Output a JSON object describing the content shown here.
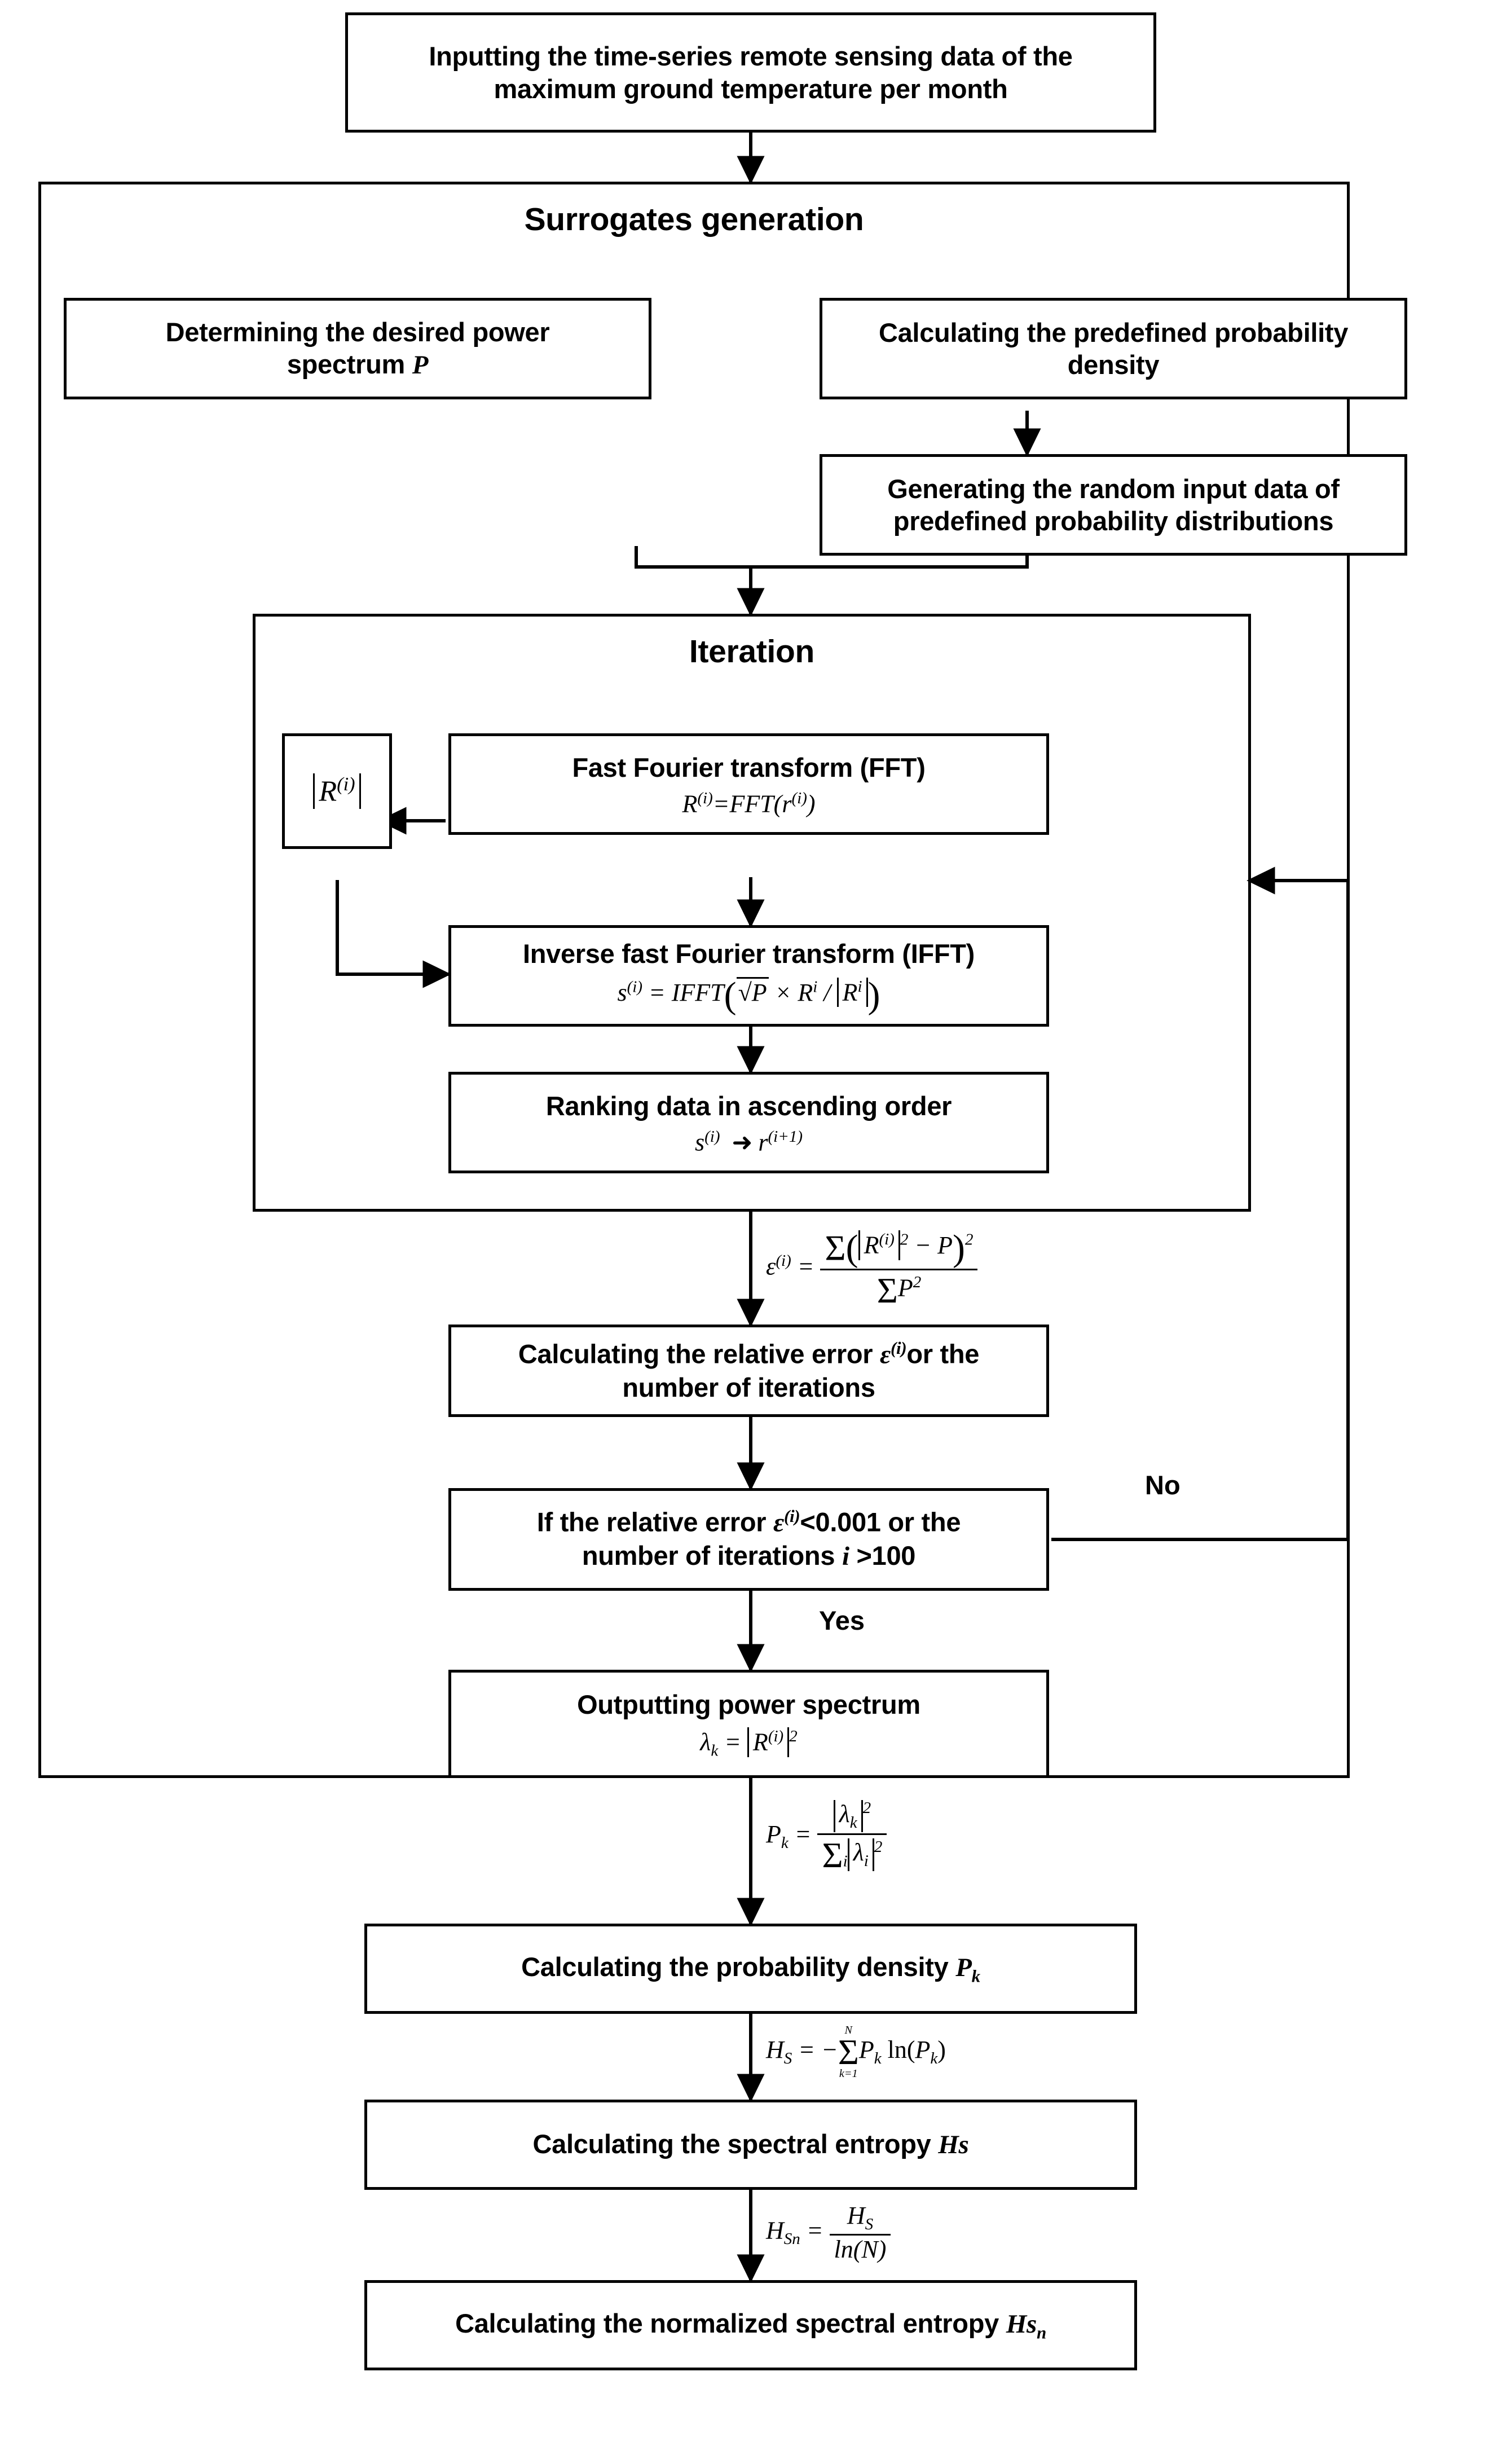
{
  "diagram": {
    "title": "Spectral entropy computation flowchart",
    "colors": {
      "stroke": "#000000",
      "fill": "#ffffff",
      "text": "#000000"
    }
  },
  "nodes": {
    "input": {
      "line1": "Inputting the time-series remote sensing data of the",
      "line2": "maximum ground temperature per month"
    },
    "surrogates_group": {
      "title": "Surrogates generation"
    },
    "power_spectrum": {
      "line1": "Determining the desired power",
      "line2_pre": "spectrum ",
      "line2_sym": "P"
    },
    "probability_density": {
      "line1": "Calculating the predefined probability",
      "line2": "density"
    },
    "random_input": {
      "line1": "Generating the random input data of",
      "line2": "predefined probability distributions"
    },
    "iteration_group": {
      "title": "Iteration"
    },
    "magnitude": {
      "symbol": "R",
      "sup": "(i)"
    },
    "fft": {
      "title": "Fast Fourier transform (FFT)",
      "formula_plain": "R^(i)=FFT(r^(i))",
      "lhs": "R",
      "lhs_sup": "(i)",
      "eq": "=FFT(",
      "arg": "r",
      "arg_sup": "(i)",
      "close": ")"
    },
    "ifft": {
      "title": "Inverse fast Fourier transform (IFFT)",
      "formula_plain": "s^(i) = IFFT( sqrt(P) x R^i / |R^i| )",
      "lhs": "s",
      "lhs_sup": "(i)",
      "eq": " = IFFT",
      "sqrt_sym": "P",
      "times": "×",
      "num_sym": "R",
      "num_sup": "i",
      "slash": "/",
      "abs_sym": "R",
      "abs_sup": "i"
    },
    "ranking": {
      "title": "Ranking data in ascending order",
      "formula_plain": "s^(i) -> r^(i+1)",
      "lhs": "s",
      "lhs_sup": "(i)",
      "arrow": "➜",
      "rhs": "r",
      "rhs_sup": "(i+1)"
    },
    "rel_error": {
      "line1_pre": "Calculating the relative error ",
      "line1_sym": "ε",
      "line1_sup": "(i)",
      "line1_post": "or the",
      "line2": "number of iterations"
    },
    "decision": {
      "line1_pre": "If the relative error ",
      "line1_sym": "ε",
      "line1_sup": "(i)",
      "line1_post": "<0.001 or the",
      "line2_pre": "number of iterations ",
      "line2_sym": "i",
      "line2_post": " >100",
      "threshold": "0.001",
      "max_iterations": "100"
    },
    "output_spectrum": {
      "title": "Outputting power spectrum",
      "formula_plain": "lambda_k = |R^(i)|^2",
      "lhs": "λ",
      "lhs_sub": "k",
      "eq": " = ",
      "abs_sym": "R",
      "abs_sup": "(i)",
      "power": "2"
    },
    "prob_density_pk": {
      "pre": "Calculating the probability density ",
      "sym": "P",
      "sub": "k"
    },
    "spectral_entropy": {
      "pre": "Calculating the spectral entropy ",
      "sym": "Hs"
    },
    "normalized_entropy": {
      "pre": "Calculating the normalized spectral entropy ",
      "sym": "Hs",
      "sub": "n"
    }
  },
  "edge_labels": {
    "no": "No",
    "yes": "Yes"
  },
  "edge_formulas": {
    "epsilon": {
      "plain": "ε^(i) = Σ(|R^(i)|² − P)² / ΣP²",
      "lhs": "ε",
      "lhs_sup": "(i)",
      "eq": " = ",
      "num_sum": "Σ",
      "num_abs_sym": "R",
      "num_abs_sup": "(i)",
      "num_abs_pow": "2",
      "num_minus": "−",
      "num_P": "P",
      "num_outer_pow": "2",
      "den_sum": "Σ",
      "den_P": "P",
      "den_pow": "2"
    },
    "pk": {
      "plain": "P_k = |λ_k|² / Σ_i |λ_i|²",
      "lhs": "P",
      "lhs_sub": "k",
      "eq": " = ",
      "num_sym": "λ",
      "num_sub": "k",
      "num_pow": "2",
      "den_sum": "Σ",
      "den_sum_sub": "i",
      "den_sym": "λ",
      "den_sub": "i",
      "den_pow": "2"
    },
    "hs": {
      "plain": "H_S = -Σ(k=1..N) P_k ln(P_k)",
      "lhs": "H",
      "lhs_sub": "S",
      "eq": " = −",
      "sum": "Σ",
      "sum_upper": "N",
      "sum_lower": "k=1",
      "term_sym": "P",
      "term_sub": "k",
      "ln": "ln(",
      "ln_sym": "P",
      "ln_sub": "k",
      "ln_close": ")"
    },
    "hsn": {
      "plain": "H_Sn = H_S / ln(N)",
      "lhs": "H",
      "lhs_sub": "Sn",
      "eq": " = ",
      "num_sym": "H",
      "num_sub": "S",
      "den": "ln(N)"
    }
  }
}
